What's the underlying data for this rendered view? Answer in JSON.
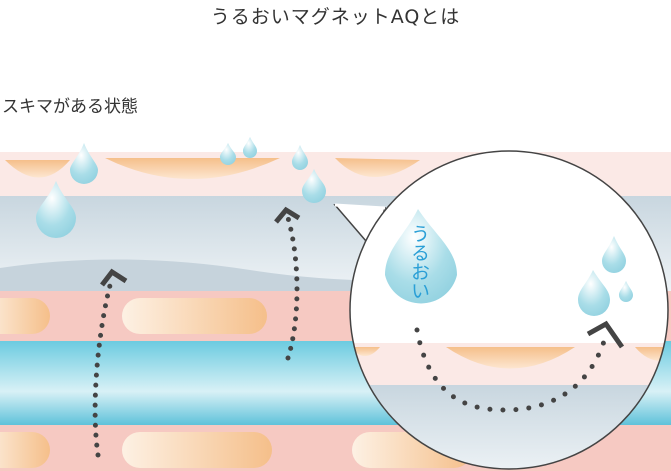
{
  "title": "うるおいマグネットAQとは",
  "subtitle": "スキマがある状態",
  "drop_label": "うるおい",
  "colors": {
    "skin_pink": "#f6c9c2",
    "light_pink": "#fbe9e6",
    "orange": "#f5bf8a",
    "cyan": "#6ccbe0",
    "gray_blue": "#d3dee5",
    "dots": "#444444",
    "drop": "#9ed8e4",
    "label": "#2a9fd6"
  }
}
